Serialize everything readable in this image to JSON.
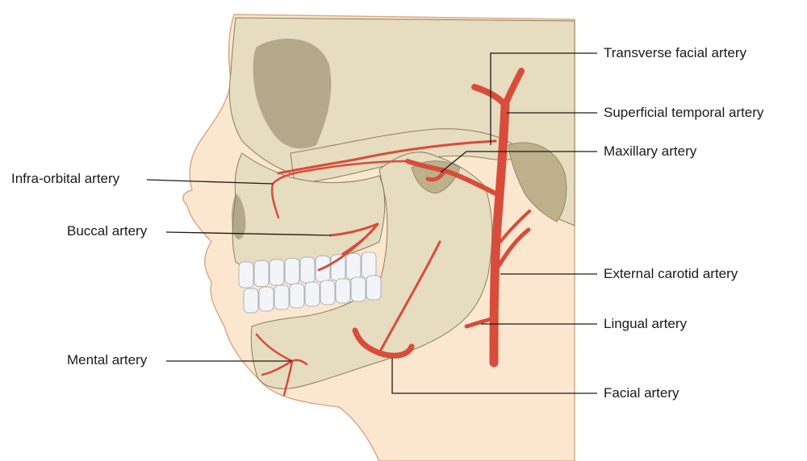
{
  "labels": {
    "transverse_facial": "Transverse facial artery",
    "superficial_temporal": "Superficial temporal artery",
    "maxillary": "Maxillary artery",
    "infra_orbital": "Infra-orbital artery",
    "buccal": "Buccal artery",
    "external_carotid": "External carotid artery",
    "lingual": "Lingual artery",
    "mental": "Mental artery",
    "facial": "Facial artery"
  },
  "colors": {
    "skin": "#fbe7cf",
    "skin_edge": "#d9a98a",
    "bone": "#e6dcc0",
    "bone_shadow": "#bdb08a",
    "bone_dark": "#8a7d5c",
    "artery": "#d84c3a",
    "artery_dark": "#a83222",
    "teeth": "#f2f4f7",
    "leader": "#1a1a1a"
  }
}
